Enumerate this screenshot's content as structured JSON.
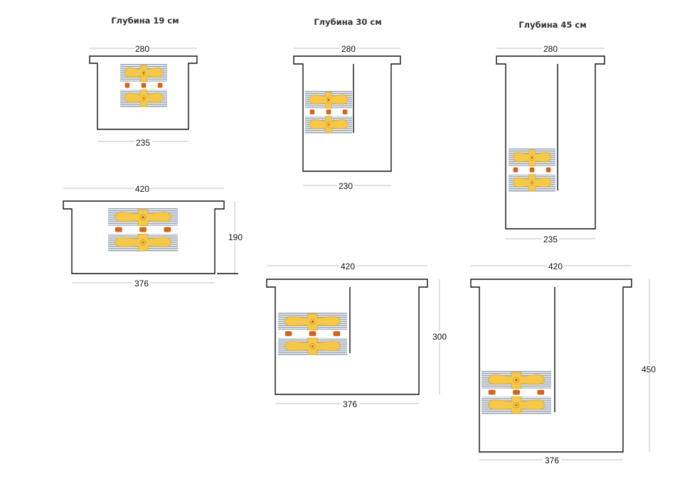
{
  "titles": {
    "d19": "Глубина 19 см",
    "d30": "Глубина 30 см",
    "d45": "Глубина 45 см"
  },
  "panels": {
    "p1": {
      "top": "280",
      "bottom": "235"
    },
    "p2": {
      "top": "280",
      "bottom": "230"
    },
    "p3": {
      "top": "280",
      "bottom": "235"
    },
    "p4": {
      "top": "420",
      "bottom": "376",
      "height": "190"
    },
    "p5": {
      "top": "420",
      "bottom": "376",
      "height": "300"
    },
    "p6": {
      "top": "420",
      "bottom": "376",
      "height": "450"
    }
  },
  "colors": {
    "heater_fin": "#b9c1cb",
    "heater_body": "#f5c84a",
    "pipe": "#d2621c"
  }
}
